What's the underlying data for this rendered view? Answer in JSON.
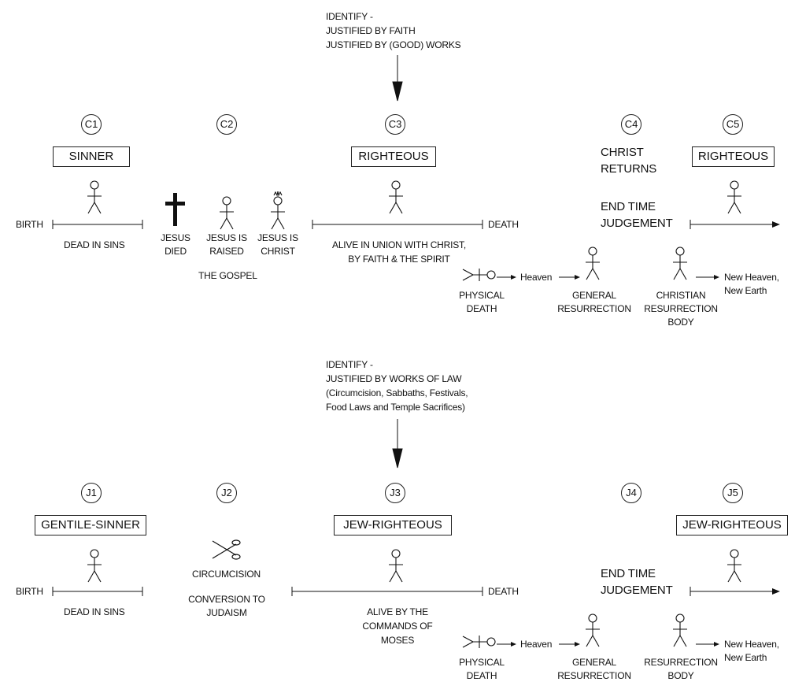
{
  "christian": {
    "identify": [
      "IDENTIFY -",
      "JUSTIFIED BY FAITH",
      "JUSTIFIED BY (GOOD) WORKS"
    ],
    "circles": [
      "C1",
      "C2",
      "C3",
      "C4",
      "C5"
    ],
    "box_sinner": "SINNER",
    "box_righteous_3": "RIGHTEOUS",
    "box_righteous_5": "RIGHTEOUS",
    "christ_returns": [
      "CHRIST",
      "RETURNS"
    ],
    "end_time_judgement": [
      "END TIME",
      "JUDGEMENT"
    ],
    "birth": "BIRTH",
    "dead_in_sins": "DEAD IN SINS",
    "jesus_died": [
      "JESUS",
      "DIED"
    ],
    "jesus_raised": [
      "JESUS IS",
      "RAISED"
    ],
    "jesus_christ": [
      "JESUS IS",
      "CHRIST"
    ],
    "the_gospel": "THE GOSPEL",
    "death": "DEATH",
    "alive": [
      "ALIVE IN UNION WITH CHRIST,",
      "BY FAITH & THE SPIRIT"
    ],
    "physical_death": [
      "PHYSICAL",
      "DEATH"
    ],
    "heaven": "Heaven",
    "general_resurrection": [
      "GENERAL",
      "RESURRECTION"
    ],
    "christian_resurrection_body": [
      "CHRISTIAN",
      "RESURRECTION",
      "BODY"
    ],
    "new_heaven": [
      "New Heaven,",
      "New Earth"
    ]
  },
  "jewish": {
    "identify": [
      "IDENTIFY -",
      "JUSTIFIED BY WORKS OF LAW",
      "(Circumcision, Sabbaths, Festivals,",
      "Food Laws and Temple Sacrifices)"
    ],
    "circles": [
      "J1",
      "J2",
      "J3",
      "J4",
      "J5"
    ],
    "box_gentile": "GENTILE-SINNER",
    "box_jew_3": "JEW-RIGHTEOUS",
    "box_jew_5": "JEW-RIGHTEOUS",
    "end_time_judgement": [
      "END TIME",
      "JUDGEMENT"
    ],
    "birth": "BIRTH",
    "dead_in_sins": "DEAD IN SINS",
    "circumcision": "CIRCUMCISION",
    "conversion": [
      "CONVERSION TO",
      "JUDAISM"
    ],
    "death": "DEATH",
    "alive": [
      "ALIVE BY THE",
      "COMMANDS OF",
      "MOSES"
    ],
    "physical_death": [
      "PHYSICAL",
      "DEATH"
    ],
    "heaven": "Heaven",
    "general_resurrection": [
      "GENERAL",
      "RESURRECTION"
    ],
    "resurrection_body": [
      "RESURRECTION",
      "BODY"
    ],
    "new_heaven": [
      "New Heaven,",
      "New Earth"
    ]
  }
}
